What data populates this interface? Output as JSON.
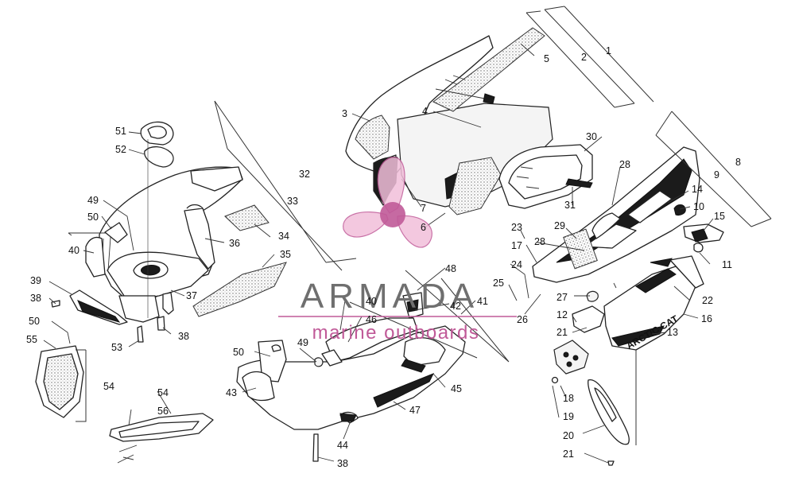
{
  "watermark": {
    "brand": "ARMADA",
    "tagline": "marine outboards"
  },
  "callouts": [
    {
      "id": "c1",
      "label": "1"
    },
    {
      "id": "c2",
      "label": "2"
    },
    {
      "id": "c3",
      "label": "3"
    },
    {
      "id": "c4",
      "label": "4"
    },
    {
      "id": "c5",
      "label": "5"
    },
    {
      "id": "c6",
      "label": "6"
    },
    {
      "id": "c7",
      "label": "7"
    },
    {
      "id": "c8",
      "label": "8"
    },
    {
      "id": "c9",
      "label": "9"
    },
    {
      "id": "c10",
      "label": "10"
    },
    {
      "id": "c11",
      "label": "11"
    },
    {
      "id": "c12",
      "label": "12"
    },
    {
      "id": "c13",
      "label": "13"
    },
    {
      "id": "c14",
      "label": "14"
    },
    {
      "id": "c15",
      "label": "15"
    },
    {
      "id": "c16",
      "label": "16"
    },
    {
      "id": "c17",
      "label": "17"
    },
    {
      "id": "c18",
      "label": "18"
    },
    {
      "id": "c19",
      "label": "19"
    },
    {
      "id": "c20",
      "label": "20"
    },
    {
      "id": "c21a",
      "label": "21"
    },
    {
      "id": "c21b",
      "label": "21"
    },
    {
      "id": "c22",
      "label": "22"
    },
    {
      "id": "c23",
      "label": "23"
    },
    {
      "id": "c24",
      "label": "24"
    },
    {
      "id": "c25",
      "label": "25"
    },
    {
      "id": "c26",
      "label": "26"
    },
    {
      "id": "c27",
      "label": "27"
    },
    {
      "id": "c28a",
      "label": "28"
    },
    {
      "id": "c28b",
      "label": "28"
    },
    {
      "id": "c29",
      "label": "29"
    },
    {
      "id": "c30",
      "label": "30"
    },
    {
      "id": "c31",
      "label": "31"
    },
    {
      "id": "c32",
      "label": "32"
    },
    {
      "id": "c33",
      "label": "33"
    },
    {
      "id": "c34",
      "label": "34"
    },
    {
      "id": "c35",
      "label": "35"
    },
    {
      "id": "c36",
      "label": "36"
    },
    {
      "id": "c37",
      "label": "37"
    },
    {
      "id": "c38a",
      "label": "38"
    },
    {
      "id": "c38b",
      "label": "38"
    },
    {
      "id": "c38c",
      "label": "38"
    },
    {
      "id": "c39",
      "label": "39"
    },
    {
      "id": "c40a",
      "label": "40"
    },
    {
      "id": "c40b",
      "label": "40"
    },
    {
      "id": "c41",
      "label": "41"
    },
    {
      "id": "c42",
      "label": "42"
    },
    {
      "id": "c43",
      "label": "43"
    },
    {
      "id": "c44",
      "label": "44"
    },
    {
      "id": "c45",
      "label": "45"
    },
    {
      "id": "c46",
      "label": "46"
    },
    {
      "id": "c47",
      "label": "47"
    },
    {
      "id": "c48",
      "label": "48"
    },
    {
      "id": "c49a",
      "label": "49"
    },
    {
      "id": "c49b",
      "label": "49"
    },
    {
      "id": "c50a",
      "label": "50"
    },
    {
      "id": "c50b",
      "label": "50"
    },
    {
      "id": "c50c",
      "label": "50"
    },
    {
      "id": "c51",
      "label": "51"
    },
    {
      "id": "c52",
      "label": "52"
    },
    {
      "id": "c53",
      "label": "53"
    },
    {
      "id": "c54a",
      "label": "54"
    },
    {
      "id": "c54b",
      "label": "54"
    },
    {
      "id": "c55",
      "label": "55"
    },
    {
      "id": "c56",
      "label": "56"
    }
  ]
}
